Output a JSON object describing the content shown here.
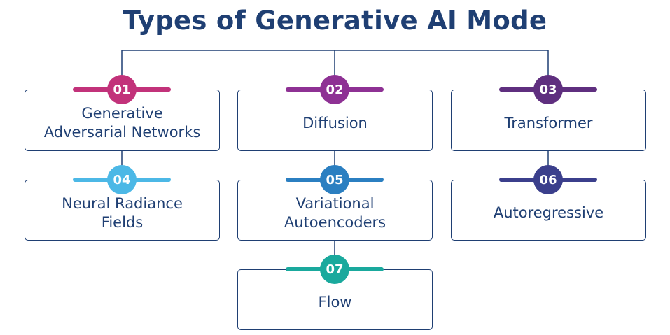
{
  "title": "Types of Generative AI Mode",
  "nodes": [
    {
      "number": "01",
      "label": "Generative\nAdversarial Networks",
      "color": "#c2327a"
    },
    {
      "number": "02",
      "label": "Diffusion",
      "color": "#8e3194"
    },
    {
      "number": "03",
      "label": "Transformer",
      "color": "#5f2f7f"
    },
    {
      "number": "04",
      "label": "Neural Radiance\nFields",
      "color": "#4cb8e6"
    },
    {
      "number": "05",
      "label": "Variational\nAutoencoders",
      "color": "#2b7fc1"
    },
    {
      "number": "06",
      "label": "Autoregressive",
      "color": "#3b3f8c"
    },
    {
      "number": "07",
      "label": "Flow",
      "color": "#1aa99d"
    }
  ]
}
